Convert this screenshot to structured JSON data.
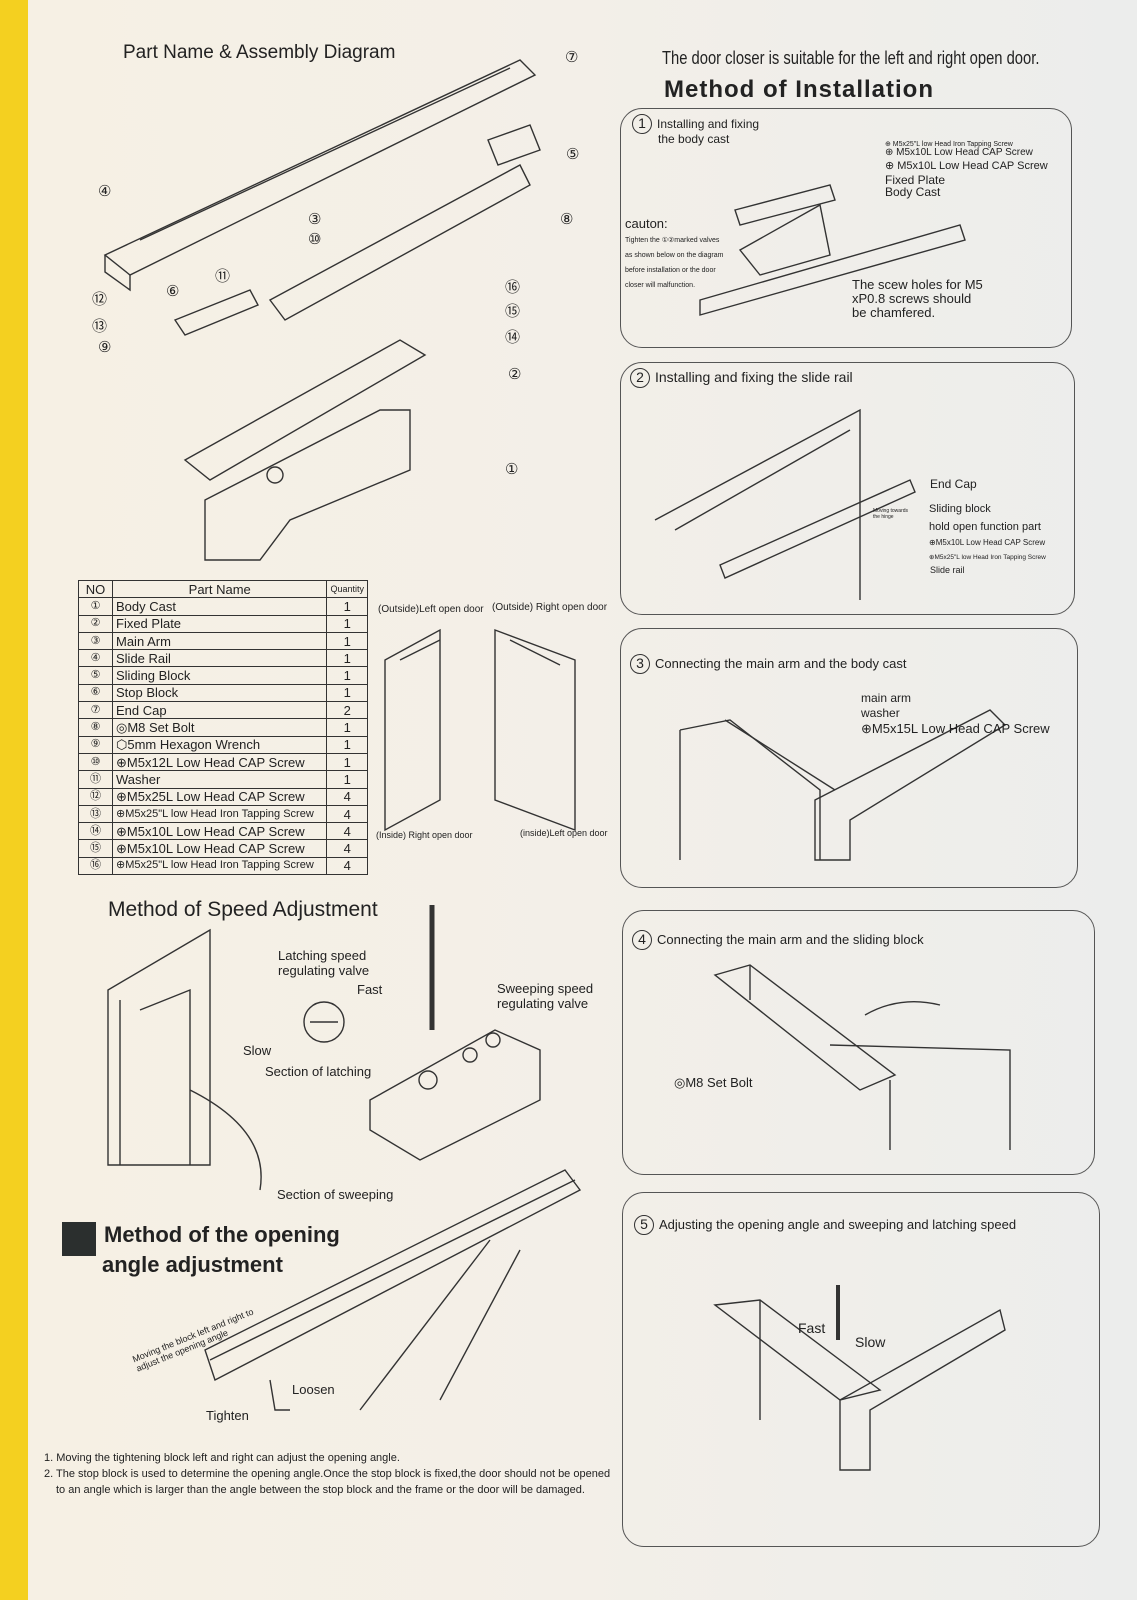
{
  "left": {
    "title": "Part Name & Assembly Diagram",
    "callouts": [
      "①",
      "②",
      "③",
      "④",
      "⑤",
      "⑥",
      "⑦",
      "⑧",
      "⑨",
      "⑩",
      "⑪",
      "⑫",
      "⑬",
      "⑭",
      "⑮",
      "⑯"
    ],
    "table": {
      "headers": [
        "NO",
        "Part Name",
        "Quantity"
      ],
      "rows": [
        {
          "no": "①",
          "name": "Body Cast",
          "qty": "1"
        },
        {
          "no": "②",
          "name": "Fixed Plate",
          "qty": "1"
        },
        {
          "no": "③",
          "name": "Main Arm",
          "qty": "1"
        },
        {
          "no": "④",
          "name": "Slide Rail",
          "qty": "1"
        },
        {
          "no": "⑤",
          "name": "Sliding Block",
          "qty": "1"
        },
        {
          "no": "⑥",
          "name": "Stop Block",
          "qty": "1"
        },
        {
          "no": "⑦",
          "name": "End Cap",
          "qty": "2"
        },
        {
          "no": "⑧",
          "name": "◎M8 Set Bolt",
          "qty": "1"
        },
        {
          "no": "⑨",
          "name": "⬡5mm Hexagon Wrench",
          "qty": "1"
        },
        {
          "no": "⑩",
          "name": "⊕M5x12L Low Head CAP Screw",
          "qty": "1"
        },
        {
          "no": "⑪",
          "name": "Washer",
          "qty": "1"
        },
        {
          "no": "⑫",
          "name": "⊕M5x25L Low Head CAP Screw",
          "qty": "4"
        },
        {
          "no": "⑬",
          "name": "⊕M5x25\"L low Head Iron Tapping Screw",
          "qty": "4"
        },
        {
          "no": "⑭",
          "name": "⊕M5x10L Low Head CAP Screw",
          "qty": "4"
        },
        {
          "no": "⑮",
          "name": "⊕M5x10L Low Head CAP Screw",
          "qty": "4"
        },
        {
          "no": "⑯",
          "name": "⊕M5x25\"L low Head Iron Tapping Screw",
          "qty": "4"
        }
      ]
    },
    "door_labels": {
      "outside_left": "(Outside)Left open door",
      "outside_right": "(Outside) Right open door",
      "inside_right": "(Inside) Right open door",
      "inside_left": "(inside)Left open door"
    },
    "speed": {
      "title": "Method of Speed Adjustment",
      "latching_valve": "Latching speed regulating valve",
      "fast": "Fast",
      "slow": "Slow",
      "sweeping_valve": "Sweeping speed regulating valve",
      "section_latching": "Section of latching",
      "section_sweeping": "Section of sweeping"
    },
    "angle": {
      "title_line1": "Method of the opening",
      "title_line2": "angle adjustment",
      "moving_note": "Moving the block left and right to adjust the opening angle",
      "loosen": "Loosen",
      "tighten": "Tighten"
    },
    "notes": [
      "1. Moving the tightening block left and right can adjust the opening angle.",
      "2. The stop block is used to determine the opening angle.Once the stop block is fixed,the door should not be opened",
      "to an angle which is larger than the angle between the stop block and the frame or the door will be damaged."
    ]
  },
  "right": {
    "suitability": "The door closer is suitable for the left and right open door.",
    "title": "Method of Installation",
    "steps": [
      {
        "num": "1",
        "title_line1": "Installing and fixing",
        "title_line2": "the body cast",
        "labels": [
          "⊕ M5x25\"L low Head Iron Tapping Screw",
          "⊕ M5x10L Low Head CAP Screw",
          "⊕ M5x10L Low Head CAP Screw",
          "Fixed Plate",
          "Body Cast"
        ],
        "caution_title": "cauton:",
        "caution_text": [
          "Tighten the ①②marked valves",
          "as shown below on the diagram",
          "before installation or the door",
          "closer will malfunction."
        ],
        "note": [
          "The scew holes for M5",
          "xP0.8 screws should",
          "be chamfered."
        ]
      },
      {
        "num": "2",
        "title": "Installing and fixing the slide rail",
        "labels": [
          "End Cap",
          "Sliding block",
          "hold open function part",
          "⊕M5x10L Low Head CAP Screw",
          "⊕M5x25\"L low Head Iron Tapping Screw",
          "Slide rail"
        ],
        "moving": "Moving towards the hinge"
      },
      {
        "num": "3",
        "title": "Connecting the main arm and the body cast",
        "labels": [
          "main arm",
          "washer",
          "⊕M5x15L Low Head CAP Screw"
        ]
      },
      {
        "num": "4",
        "title": "Connecting the main arm and the sliding block",
        "labels": [
          "◎M8 Set Bolt"
        ]
      },
      {
        "num": "5",
        "title": "Adjusting the opening angle and sweeping and latching speed",
        "labels": [
          "Fast",
          "Slow"
        ]
      }
    ]
  },
  "colors": {
    "paper": "#f3efe8",
    "ink": "#222222",
    "edge": "#f4d020"
  }
}
